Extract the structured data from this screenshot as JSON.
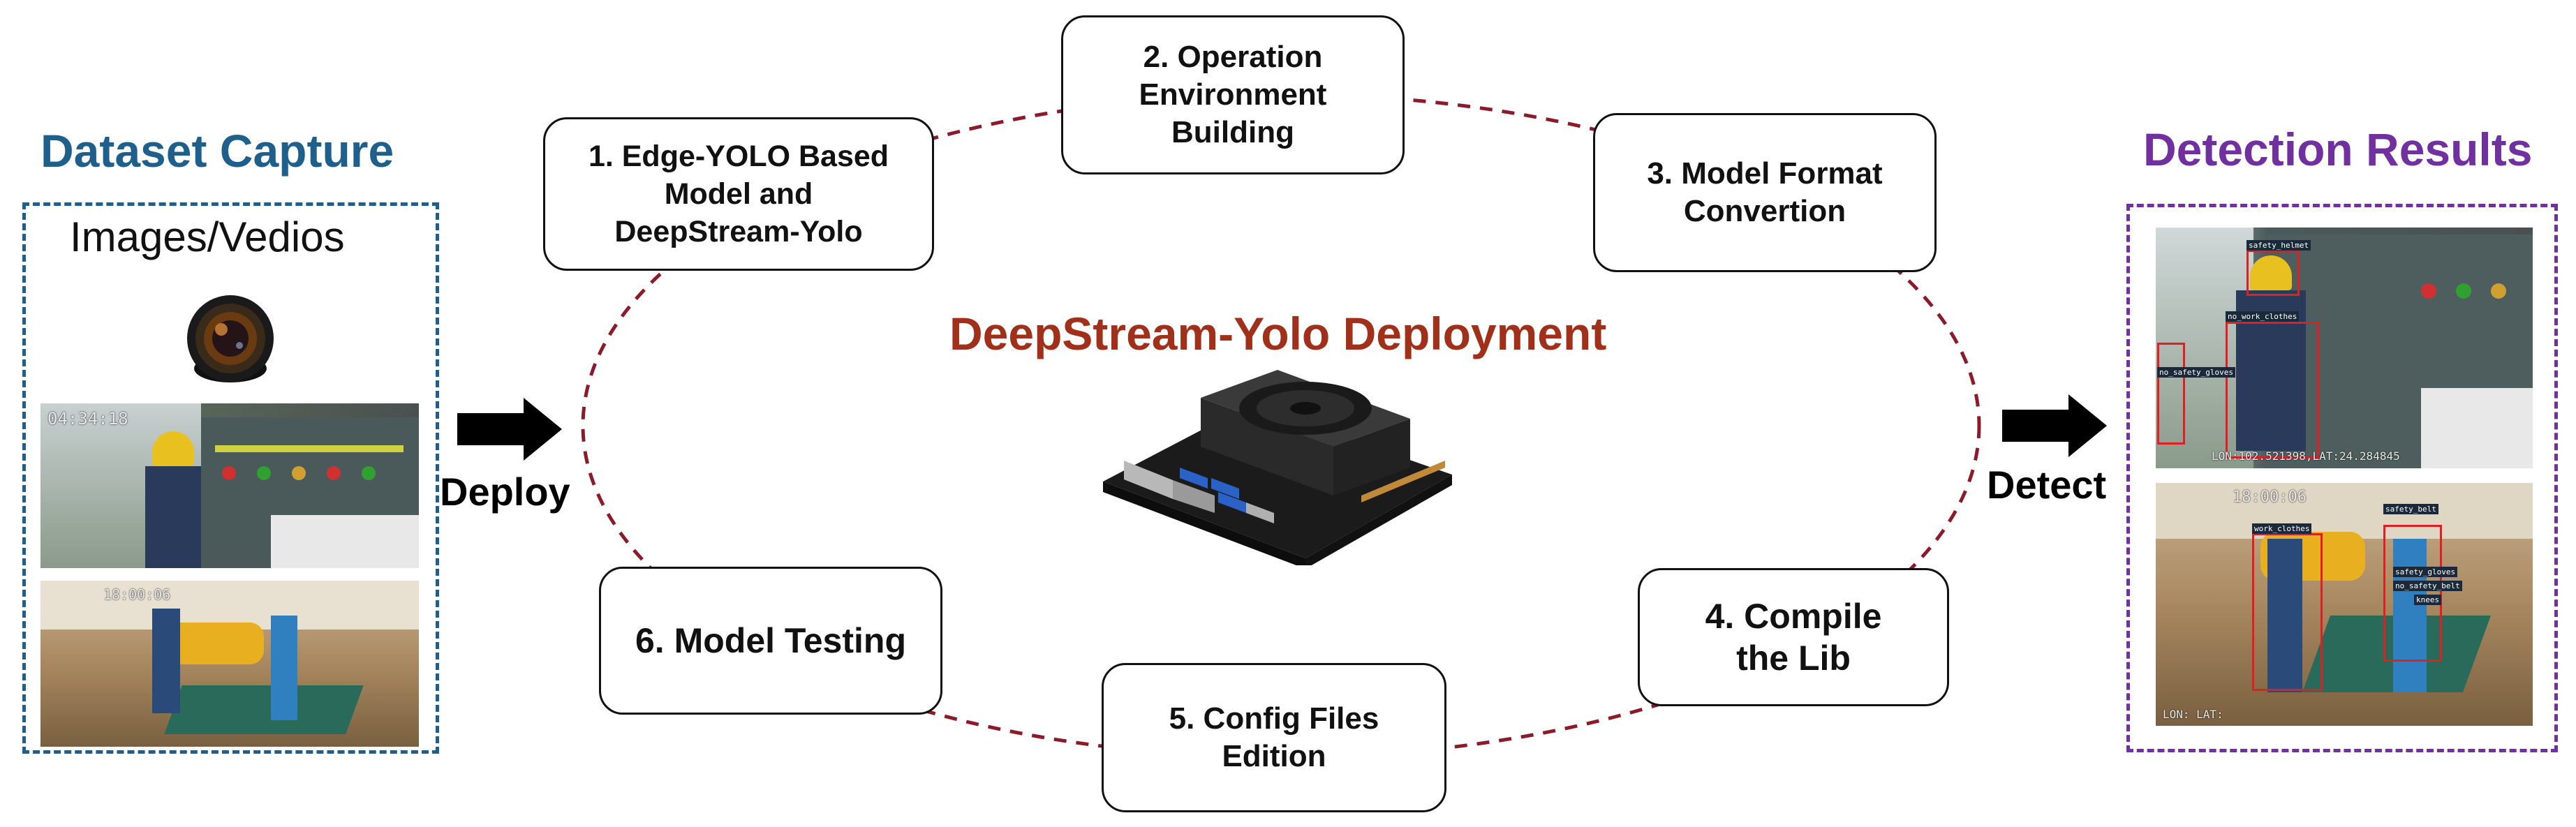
{
  "left_panel": {
    "heading": "Dataset Capture",
    "caption": "Images/Vedios",
    "color": "#1f5f8b",
    "timestamps": [
      "04:34:18",
      "18:00:06"
    ]
  },
  "right_panel": {
    "heading": "Detection Results",
    "color": "#7030a0",
    "detection_tags": [
      "safety_helmet",
      "no_work_clothes",
      "no_safety_gloves",
      "safety_belt",
      "work_clothes",
      "safety_gloves",
      "no_safety_belt",
      "knees"
    ],
    "coords_text": "LON:102.521398,LAT:24.284845",
    "coords_text_2": "LON: LAT:",
    "timestamp": "18:00:06"
  },
  "arrows": {
    "deploy_label": "Deploy",
    "detect_label": "Detect"
  },
  "center": {
    "title": "DeepStream-Yolo Deployment",
    "title_color": "#a0301a",
    "ring_color": "#8b1a2a",
    "device": "jetson-board-icon"
  },
  "steps": [
    "1. Edge-YOLO Based\nModel and\nDeepStream-Yolo",
    "2. Operation\nEnvironment\nBuilding",
    "3. Model Format\nConvertion",
    "4. Compile\nthe Lib",
    "5. Config Files\nEdition",
    "6. Model  Testing"
  ]
}
